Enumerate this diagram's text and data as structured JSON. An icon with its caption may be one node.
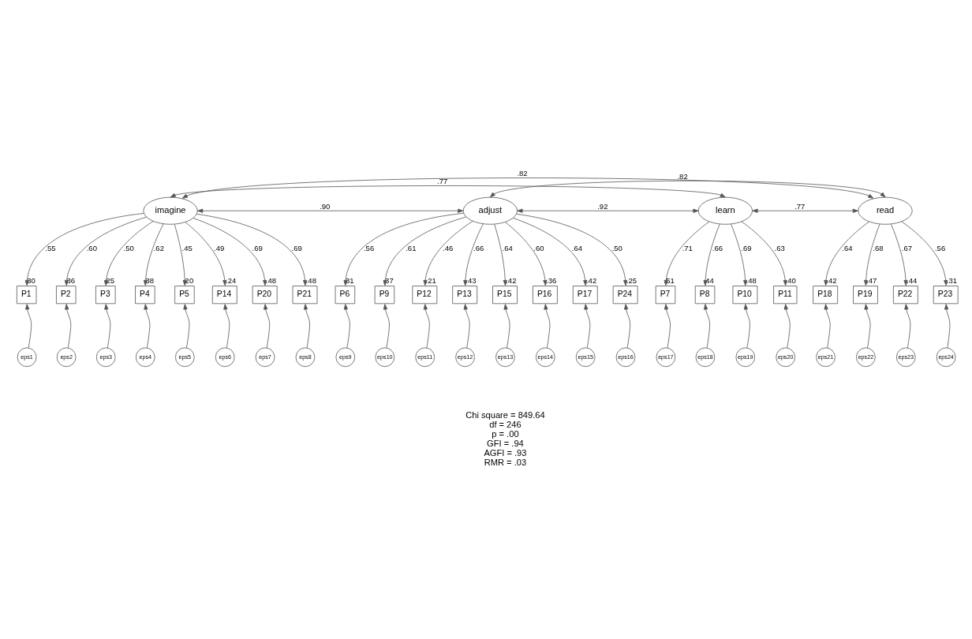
{
  "diagram": {
    "nodes": [
      {
        "text": [
          "imagine"
        ]
      },
      {
        "text": [
          "adjust"
        ]
      },
      {
        "text": [
          "learn"
        ]
      },
      {
        "text": [
          "read"
        ]
      },
      {
        "text": [
          "P1"
        ],
        "beside": [
          ".30"
        ]
      },
      {
        "text": [
          "P2"
        ],
        "beside": [
          ".36"
        ]
      },
      {
        "text": [
          "P3"
        ],
        "beside": [
          ".25"
        ]
      },
      {
        "text": [
          "P4"
        ],
        "beside": [
          ".38"
        ]
      },
      {
        "text": [
          "P5"
        ],
        "beside": [
          ".20"
        ]
      },
      {
        "text": [
          "P14"
        ],
        "beside": [
          ".24"
        ]
      },
      {
        "text": [
          "P20"
        ],
        "beside": [
          ".48"
        ]
      },
      {
        "text": [
          "P21"
        ],
        "beside": [
          ".48"
        ]
      },
      {
        "text": [
          "P6"
        ],
        "beside": [
          ".31"
        ]
      },
      {
        "text": [
          "P9"
        ],
        "beside": [
          ".37"
        ]
      },
      {
        "text": [
          "P12"
        ],
        "beside": [
          ".21"
        ]
      },
      {
        "text": [
          "P13"
        ],
        "beside": [
          ".43"
        ]
      },
      {
        "text": [
          "P15"
        ],
        "beside": [
          ".42"
        ]
      },
      {
        "text": [
          "P16"
        ],
        "beside": [
          ".36"
        ]
      },
      {
        "text": [
          "P17"
        ],
        "beside": [
          ".42"
        ]
      },
      {
        "text": [
          "P24"
        ],
        "beside": [
          ".25"
        ]
      },
      {
        "text": [
          "P7"
        ],
        "beside": [
          ".51"
        ]
      },
      {
        "text": [
          "P8"
        ],
        "beside": [
          ".44"
        ]
      },
      {
        "text": [
          "P10"
        ],
        "beside": [
          ".48"
        ]
      },
      {
        "text": [
          "P11"
        ],
        "beside": [
          ".40"
        ]
      },
      {
        "text": [
          "P18"
        ],
        "beside": [
          ".42"
        ]
      },
      {
        "text": [
          "P19"
        ],
        "beside": [
          ".47"
        ]
      },
      {
        "text": [
          "P22"
        ],
        "beside": [
          ".44"
        ]
      },
      {
        "text": [
          "P23"
        ],
        "beside": [
          ".31"
        ]
      },
      {
        "text": [
          "eps1"
        ]
      },
      {
        "text": [
          "eps2"
        ]
      },
      {
        "text": [
          "eps3"
        ]
      },
      {
        "text": [
          "eps4"
        ]
      },
      {
        "text": [
          "eps5"
        ]
      },
      {
        "text": [
          "eps6"
        ]
      },
      {
        "text": [
          "eps7"
        ]
      },
      {
        "text": [
          "eps8"
        ]
      },
      {
        "text": [
          "eps9"
        ]
      },
      {
        "text": [
          "eps10"
        ]
      },
      {
        "text": [
          "eps11"
        ]
      },
      {
        "text": [
          "eps12"
        ]
      },
      {
        "text": [
          "eps13"
        ]
      },
      {
        "text": [
          "eps14"
        ]
      },
      {
        "text": [
          "eps15"
        ]
      },
      {
        "text": [
          "eps16"
        ]
      },
      {
        "text": [
          "eps17"
        ]
      },
      {
        "text": [
          "eps18"
        ]
      },
      {
        "text": [
          "eps19"
        ]
      },
      {
        "text": [
          "eps20"
        ]
      },
      {
        "text": [
          "eps21"
        ]
      },
      {
        "text": [
          "eps22"
        ]
      },
      {
        "text": [
          "eps23"
        ]
      },
      {
        "text": [
          "eps24"
        ]
      }
    ],
    "edges": [
      {
        "from": 0,
        "to": 3,
        "arrow": "both",
        "label": ".82"
      },
      {
        "from": 0,
        "to": 2,
        "arrow": "both",
        "label": ".77"
      },
      {
        "from": 1,
        "to": 3,
        "arrow": "both",
        "label": ".82"
      },
      {
        "from": 0,
        "to": 1,
        "arrow": "both",
        "label": ".90"
      },
      {
        "from": 1,
        "to": 2,
        "arrow": "both",
        "label": ".92"
      },
      {
        "from": 2,
        "to": 3,
        "arrow": "both",
        "label": ".77"
      },
      {
        "from": 0,
        "to": 4,
        "arrow": "to",
        "label": ".55"
      },
      {
        "from": 0,
        "to": 5,
        "arrow": "to",
        "label": ".60"
      },
      {
        "from": 0,
        "to": 6,
        "arrow": "to",
        "label": ".50"
      },
      {
        "from": 0,
        "to": 7,
        "arrow": "to",
        "label": ".62"
      },
      {
        "from": 0,
        "to": 8,
        "arrow": "to",
        "label": ".45"
      },
      {
        "from": 0,
        "to": 9,
        "arrow": "to",
        "label": ".49"
      },
      {
        "from": 0,
        "to": 10,
        "arrow": "to",
        "label": ".69"
      },
      {
        "from": 0,
        "to": 11,
        "arrow": "to",
        "label": ".69"
      },
      {
        "from": 1,
        "to": 12,
        "arrow": "to",
        "label": ".56"
      },
      {
        "from": 1,
        "to": 13,
        "arrow": "to",
        "label": ".61"
      },
      {
        "from": 1,
        "to": 14,
        "arrow": "to",
        "label": ".46"
      },
      {
        "from": 1,
        "to": 15,
        "arrow": "to",
        "label": ".66"
      },
      {
        "from": 1,
        "to": 16,
        "arrow": "to",
        "label": ".64"
      },
      {
        "from": 1,
        "to": 17,
        "arrow": "to",
        "label": ".60"
      },
      {
        "from": 1,
        "to": 18,
        "arrow": "to",
        "label": ".64"
      },
      {
        "from": 1,
        "to": 19,
        "arrow": "to",
        "label": ".50"
      },
      {
        "from": 2,
        "to": 20,
        "arrow": "to",
        "label": ".71"
      },
      {
        "from": 2,
        "to": 21,
        "arrow": "to",
        "label": ".66"
      },
      {
        "from": 2,
        "to": 22,
        "arrow": "to",
        "label": ".69"
      },
      {
        "from": 2,
        "to": 23,
        "arrow": "to",
        "label": ".63"
      },
      {
        "from": 3,
        "to": 24,
        "arrow": "to",
        "label": ".64"
      },
      {
        "from": 3,
        "to": 25,
        "arrow": "to",
        "label": ".68"
      },
      {
        "from": 3,
        "to": 26,
        "arrow": "to",
        "label": ".67"
      },
      {
        "from": 3,
        "to": 27,
        "arrow": "to",
        "label": ".56"
      },
      {
        "from": 28,
        "to": 4,
        "arrow": "to"
      },
      {
        "from": 29,
        "to": 5,
        "arrow": "to"
      },
      {
        "from": 30,
        "to": 6,
        "arrow": "to"
      },
      {
        "from": 31,
        "to": 7,
        "arrow": "to"
      },
      {
        "from": 32,
        "to": 8,
        "arrow": "to"
      },
      {
        "from": 33,
        "to": 9,
        "arrow": "to"
      },
      {
        "from": 34,
        "to": 10,
        "arrow": "to"
      },
      {
        "from": 35,
        "to": 11,
        "arrow": "to"
      },
      {
        "from": 36,
        "to": 12,
        "arrow": "to"
      },
      {
        "from": 37,
        "to": 13,
        "arrow": "to"
      },
      {
        "from": 38,
        "to": 14,
        "arrow": "to"
      },
      {
        "from": 39,
        "to": 15,
        "arrow": "to"
      },
      {
        "from": 40,
        "to": 16,
        "arrow": "to"
      },
      {
        "from": 41,
        "to": 17,
        "arrow": "to"
      },
      {
        "from": 42,
        "to": 18,
        "arrow": "to"
      },
      {
        "from": 43,
        "to": 19,
        "arrow": "to"
      },
      {
        "from": 44,
        "to": 20,
        "arrow": "to"
      },
      {
        "from": 45,
        "to": 21,
        "arrow": "to"
      },
      {
        "from": 46,
        "to": 22,
        "arrow": "to"
      },
      {
        "from": 47,
        "to": 23,
        "arrow": "to"
      },
      {
        "from": 48,
        "to": 24,
        "arrow": "to"
      },
      {
        "from": 49,
        "to": 25,
        "arrow": "to"
      },
      {
        "from": 50,
        "to": 26,
        "arrow": "to"
      },
      {
        "from": 51,
        "to": 27,
        "arrow": "to"
      }
    ],
    "labels": [
      "Chi square = 849.64",
      "df = 246",
      "p = .00",
      "GFI = .94",
      "AGFI = .93",
      "RMR = .03"
    ]
  }
}
